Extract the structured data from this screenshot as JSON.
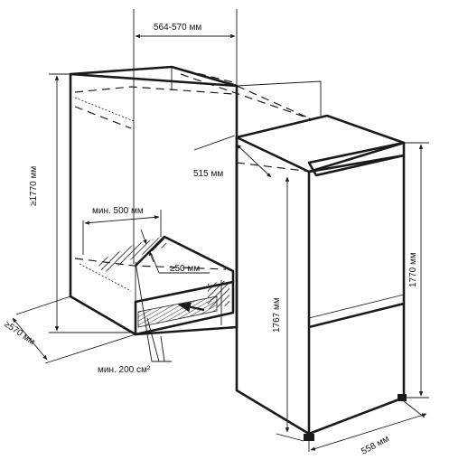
{
  "dimensions": {
    "niche_width": "564-570 мм",
    "niche_height": "≥1770 мм",
    "niche_depth": "≥570 мм",
    "depth_515": "515 мм",
    "min_500": "мин. 500 мм",
    "gap_50": "≥50 мм",
    "vent_area": "мин. 200 см²",
    "fridge_height_1767": "1767 мм",
    "fridge_height_1770": "1770 мм",
    "fridge_depth_558": "558 мм"
  }
}
